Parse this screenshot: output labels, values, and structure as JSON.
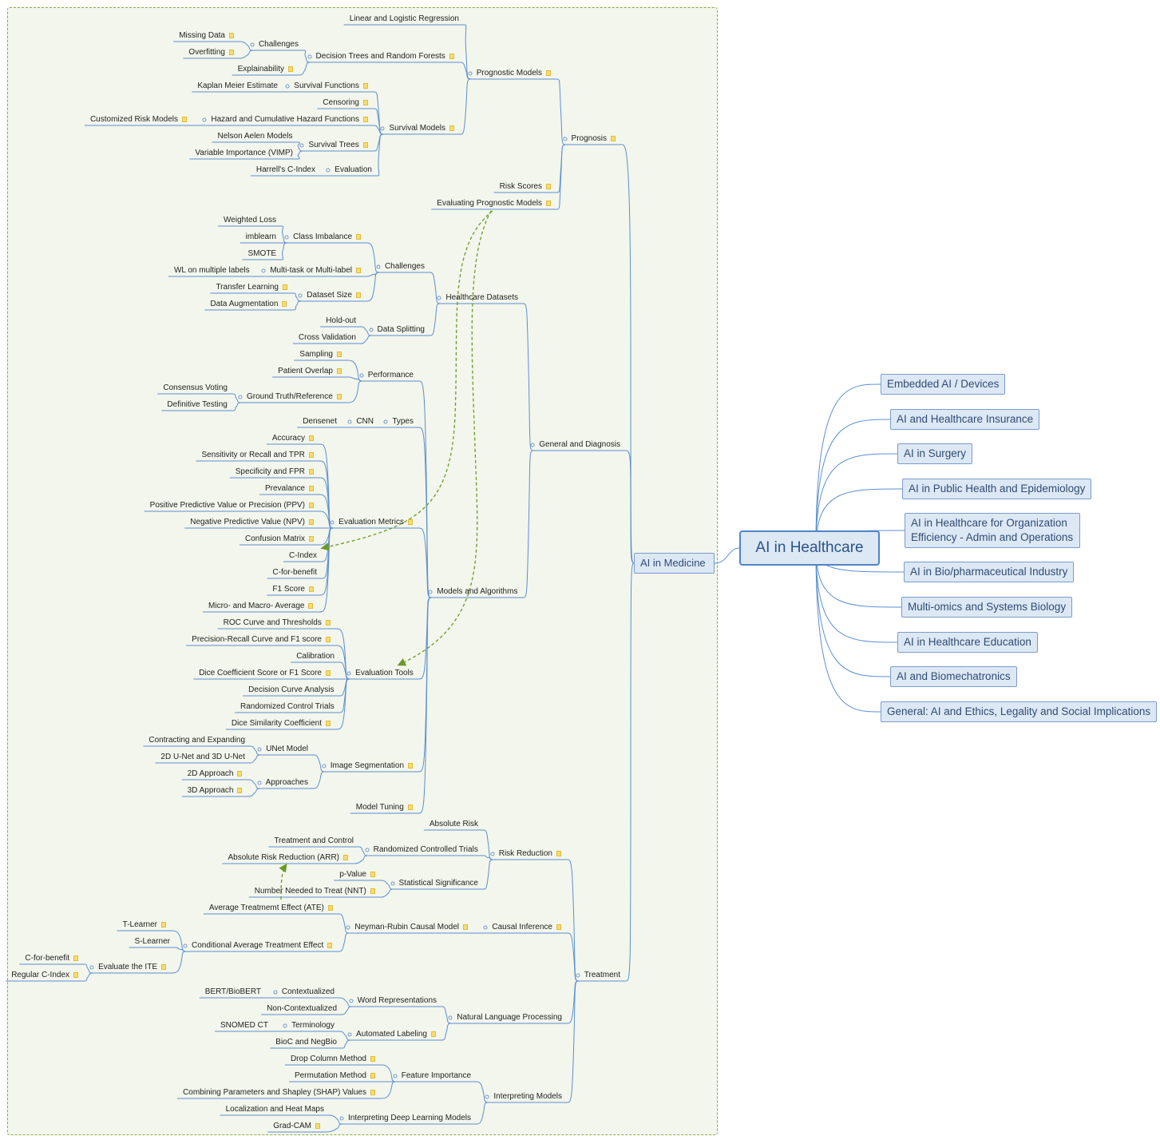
{
  "central": "AI in Healthcare",
  "main_branch": "AI in Medicine",
  "right_branches": [
    "Embedded AI / Devices",
    "AI and Healthcare Insurance",
    "AI in Surgery",
    "AI in Public Health and Epidemiology",
    "AI in Healthcare for Organization Efficiency - Admin and Operations",
    "AI in Bio/pharmaceutical Industry",
    "Multi-omics and Systems Biology",
    "AI in Healthcare Education",
    "AI and Biomechatronics",
    "General: AI and Ethics, Legality and Social Implications"
  ],
  "tree": [
    {
      "id": "prognosis",
      "label": "Prognosis",
      "note": true,
      "children": [
        {
          "id": "prognostic-models",
          "label": "Prognostic Models",
          "note": true,
          "children": [
            {
              "id": "linear-logistic",
              "label": "Linear and Logistic Regression"
            },
            {
              "id": "decision-trees",
              "label": "Decision Trees and Random Forests",
              "note": true,
              "children": [
                {
                  "id": "dt-challenges",
                  "label": "Challenges",
                  "children": [
                    {
                      "id": "missing-data",
                      "label": "Missing Data",
                      "note": true
                    },
                    {
                      "id": "overfitting",
                      "label": "Overfitting",
                      "note": true
                    }
                  ]
                },
                {
                  "id": "explainability",
                  "label": "Explainability",
                  "note": true
                }
              ]
            },
            {
              "id": "survival-models",
              "label": "Survival Models",
              "note": true,
              "children": [
                {
                  "id": "survival-functions",
                  "label": "Survival Functions",
                  "note": true,
                  "children": [
                    {
                      "id": "kaplan-meier",
                      "label": "Kaplan Meier Estimate"
                    }
                  ]
                },
                {
                  "id": "censoring",
                  "label": "Censoring",
                  "note": true
                },
                {
                  "id": "hazard",
                  "label": "Hazard and Cumulative Hazard Functions",
                  "note": true,
                  "children": [
                    {
                      "id": "customized-risk",
                      "label": "Customized Risk Models",
                      "note": true
                    }
                  ]
                },
                {
                  "id": "survival-trees",
                  "label": "Survival Trees",
                  "note": true,
                  "children": [
                    {
                      "id": "nelson-aalen",
                      "label": "Nelson Aelen Models"
                    },
                    {
                      "id": "vimp",
                      "label": "Variable Importance (VIMP)"
                    }
                  ]
                },
                {
                  "id": "evaluation",
                  "label": "Evaluation",
                  "children": [
                    {
                      "id": "harrell",
                      "label": "Harrell's C-Index"
                    }
                  ]
                }
              ]
            }
          ]
        },
        {
          "id": "risk-scores",
          "label": "Risk Scores",
          "note": true
        },
        {
          "id": "evaluating-prognostic",
          "label": "Evaluating Prognostic Models",
          "note": true
        }
      ]
    },
    {
      "id": "general-diagnosis",
      "label": "General and Diagnosis",
      "children": [
        {
          "id": "healthcare-datasets",
          "label": "Healthcare Datasets",
          "children": [
            {
              "id": "hd-challenges",
              "label": "Challenges",
              "children": [
                {
                  "id": "class-imbalance",
                  "label": "Class Imbalance",
                  "note": true,
                  "children": [
                    {
                      "id": "weighted-loss",
                      "label": "Weighted Loss"
                    },
                    {
                      "id": "imblearn",
                      "label": "imblearn"
                    },
                    {
                      "id": "smote",
                      "label": "SMOTE"
                    }
                  ]
                },
                {
                  "id": "multi-task",
                  "label": "Multi-task or Multi-label",
                  "note": true,
                  "children": [
                    {
                      "id": "wl-multiple",
                      "label": "WL on multiple labels"
                    }
                  ]
                },
                {
                  "id": "dataset-size",
                  "label": "Dataset Size",
                  "note": true,
                  "children": [
                    {
                      "id": "transfer-learning",
                      "label": "Transfer Learning",
                      "note": true
                    },
                    {
                      "id": "data-augmentation",
                      "label": "Data Augmentation",
                      "note": true
                    }
                  ]
                }
              ]
            },
            {
              "id": "data-splitting",
              "label": "Data Splitting",
              "children": [
                {
                  "id": "hold-out",
                  "label": "Hold-out"
                },
                {
                  "id": "cross-validation",
                  "label": "Cross Validation"
                }
              ]
            }
          ]
        },
        {
          "id": "models-algorithms",
          "label": "Models and Algorithms",
          "children": [
            {
              "id": "performance",
              "label": "Performance",
              "children": [
                {
                  "id": "sampling",
                  "label": "Sampling",
                  "note": true
                },
                {
                  "id": "patient-overlap",
                  "label": "Patient Overlap",
                  "note": true
                },
                {
                  "id": "ground-truth",
                  "label": "Ground Truth/Reference",
                  "note": true,
                  "children": [
                    {
                      "id": "consensus-voting",
                      "label": "Consensus Voting"
                    },
                    {
                      "id": "definitive-testing",
                      "label": "Definitive Testing"
                    }
                  ]
                }
              ]
            },
            {
              "id": "types",
              "label": "Types",
              "children": [
                {
                  "id": "cnn",
                  "label": "CNN",
                  "children": [
                    {
                      "id": "densenet",
                      "label": "Densenet"
                    }
                  ]
                }
              ]
            },
            {
              "id": "evaluation-metrics",
              "label": "Evaluation Metrics",
              "note": true,
              "children": [
                {
                  "id": "accuracy",
                  "label": "Accuracy",
                  "note": true
                },
                {
                  "id": "sensitivity",
                  "label": "Sensitivity or Recall and TPR",
                  "note": true
                },
                {
                  "id": "specificity",
                  "label": "Specificity and FPR",
                  "note": true
                },
                {
                  "id": "prevalance",
                  "label": "Prevalance",
                  "note": true
                },
                {
                  "id": "ppv",
                  "label": "Positive Predictive Value or Precision (PPV)",
                  "note": true
                },
                {
                  "id": "npv",
                  "label": "Negative Predictive Value (NPV)",
                  "note": true
                },
                {
                  "id": "confusion-matrix",
                  "label": "Confusion Matrix",
                  "note": true
                },
                {
                  "id": "c-index",
                  "label": "C-Index"
                },
                {
                  "id": "c-for-benefit-m",
                  "label": "C-for-benefit"
                },
                {
                  "id": "f1-score",
                  "label": "F1 Score",
                  "note": true
                },
                {
                  "id": "micro-macro",
                  "label": "Micro- and Macro- Average",
                  "note": true
                }
              ]
            },
            {
              "id": "evaluation-tools",
              "label": "Evaluation Tools",
              "children": [
                {
                  "id": "roc",
                  "label": "ROC Curve and Thresholds",
                  "note": true
                },
                {
                  "id": "pr-curve",
                  "label": "Precision-Recall Curve and F1 score",
                  "note": true
                },
                {
                  "id": "calibration",
                  "label": "Calibration"
                },
                {
                  "id": "dice-f1",
                  "label": "Dice Coefficient Score or F1 Score",
                  "note": true
                },
                {
                  "id": "decision-curve",
                  "label": "Decision Curve Analysis"
                },
                {
                  "id": "rct-tools",
                  "label": "Randomized Control Trials"
                },
                {
                  "id": "dice-similarity",
                  "label": "Dice Similarity Coefficient",
                  "note": true
                }
              ]
            },
            {
              "id": "image-segmentation",
              "label": "Image Segmentation",
              "note": true,
              "children": [
                {
                  "id": "unet",
                  "label": "UNet Model",
                  "children": [
                    {
                      "id": "contracting",
                      "label": "Contracting and Expanding"
                    },
                    {
                      "id": "unet-2d3d",
                      "label": "2D U-Net and 3D U-Net"
                    }
                  ]
                },
                {
                  "id": "approaches",
                  "label": "Approaches",
                  "children": [
                    {
                      "id": "approach-2d",
                      "label": "2D Approach",
                      "note": true
                    },
                    {
                      "id": "approach-3d",
                      "label": "3D Approach",
                      "note": true
                    }
                  ]
                }
              ]
            },
            {
              "id": "model-tuning",
              "label": "Model Tuning",
              "note": true
            }
          ]
        }
      ]
    },
    {
      "id": "treatment",
      "label": "Treatment",
      "children": [
        {
          "id": "risk-reduction",
          "label": "Risk Reduction",
          "note": true,
          "children": [
            {
              "id": "absolute-risk",
              "label": "Absolute Risk"
            },
            {
              "id": "rct",
              "label": "Randomized Controlled Trials",
              "children": [
                {
                  "id": "treatment-control",
                  "label": "Treatment and Control"
                },
                {
                  "id": "arr",
                  "label": "Absolute Risk Reduction (ARR)",
                  "note": true
                }
              ]
            },
            {
              "id": "statistical-significance",
              "label": "Statistical Significance",
              "children": [
                {
                  "id": "p-value",
                  "label": "p-Value",
                  "note": true
                },
                {
                  "id": "nnt",
                  "label": "Number Needed to Treat (NNT)",
                  "note": true
                }
              ]
            }
          ]
        },
        {
          "id": "causal-inference",
          "label": "Causal Inference",
          "note": true,
          "children": [
            {
              "id": "neyman-rubin",
              "label": "Neyman-Rubin Causal Model",
              "note": true,
              "children": [
                {
                  "id": "ate",
                  "label": "Average Treatmemt Effect (ATE)",
                  "note": true
                },
                {
                  "id": "cate",
                  "label": "Conditional Average Treatment Effect",
                  "note": true,
                  "children": [
                    {
                      "id": "t-learner",
                      "label": "T-Learner",
                      "note": true
                    },
                    {
                      "id": "s-learner",
                      "label": "S-Learner"
                    },
                    {
                      "id": "evaluate-ite",
                      "label": "Evaluate the ITE",
                      "note": true,
                      "children": [
                        {
                          "id": "c-for-benefit-t",
                          "label": "C-for-benefit",
                          "note": true
                        },
                        {
                          "id": "regular-c-index",
                          "label": "Regular C-Index",
                          "note": true
                        }
                      ]
                    }
                  ]
                }
              ]
            }
          ]
        },
        {
          "id": "nlp",
          "label": "Natural Language Processing",
          "children": [
            {
              "id": "word-representations",
              "label": "Word Representations",
              "children": [
                {
                  "id": "contextualized",
                  "label": "Contextualized",
                  "children": [
                    {
                      "id": "bert",
                      "label": "BERT/BioBERT"
                    }
                  ]
                },
                {
                  "id": "non-contextualized",
                  "label": "Non-Contextualized"
                }
              ]
            },
            {
              "id": "automated-labeling",
              "label": "Automated Labeling",
              "note": true,
              "children": [
                {
                  "id": "terminology",
                  "label": "Terminology",
                  "children": [
                    {
                      "id": "snomed",
                      "label": "SNOMED CT"
                    }
                  ]
                },
                {
                  "id": "bioc-negbio",
                  "label": "BioC and NegBio"
                }
              ]
            }
          ]
        },
        {
          "id": "interpreting-models",
          "label": "Interpreting Models",
          "children": [
            {
              "id": "feature-importance",
              "label": "Feature Importance",
              "children": [
                {
                  "id": "drop-column",
                  "label": "Drop Column Method",
                  "note": true
                },
                {
                  "id": "permutation",
                  "label": "Permutation Method",
                  "note": true
                },
                {
                  "id": "shap",
                  "label": "Combining Parameters and Shapley (SHAP) Values",
                  "note": true
                }
              ]
            },
            {
              "id": "interpreting-dl",
              "label": "Interpreting Deep Learning Models",
              "children": [
                {
                  "id": "heat-maps",
                  "label": "Localization and Heat Maps"
                },
                {
                  "id": "grad-cam",
                  "label": "Grad-CAM",
                  "note": true
                }
              ]
            }
          ]
        }
      ]
    }
  ],
  "relations": [
    {
      "from": "evaluating-prognostic",
      "to": "c-index"
    },
    {
      "from": "evaluating-prognostic",
      "to": "evaluation-tools"
    },
    {
      "from": "nnt",
      "to": "arr"
    }
  ],
  "colors": {
    "branch_line": "#5b8fd0",
    "relation": "#6a9a2a",
    "frame_fill": "#f3f6ec",
    "note": "#f7dc72"
  }
}
